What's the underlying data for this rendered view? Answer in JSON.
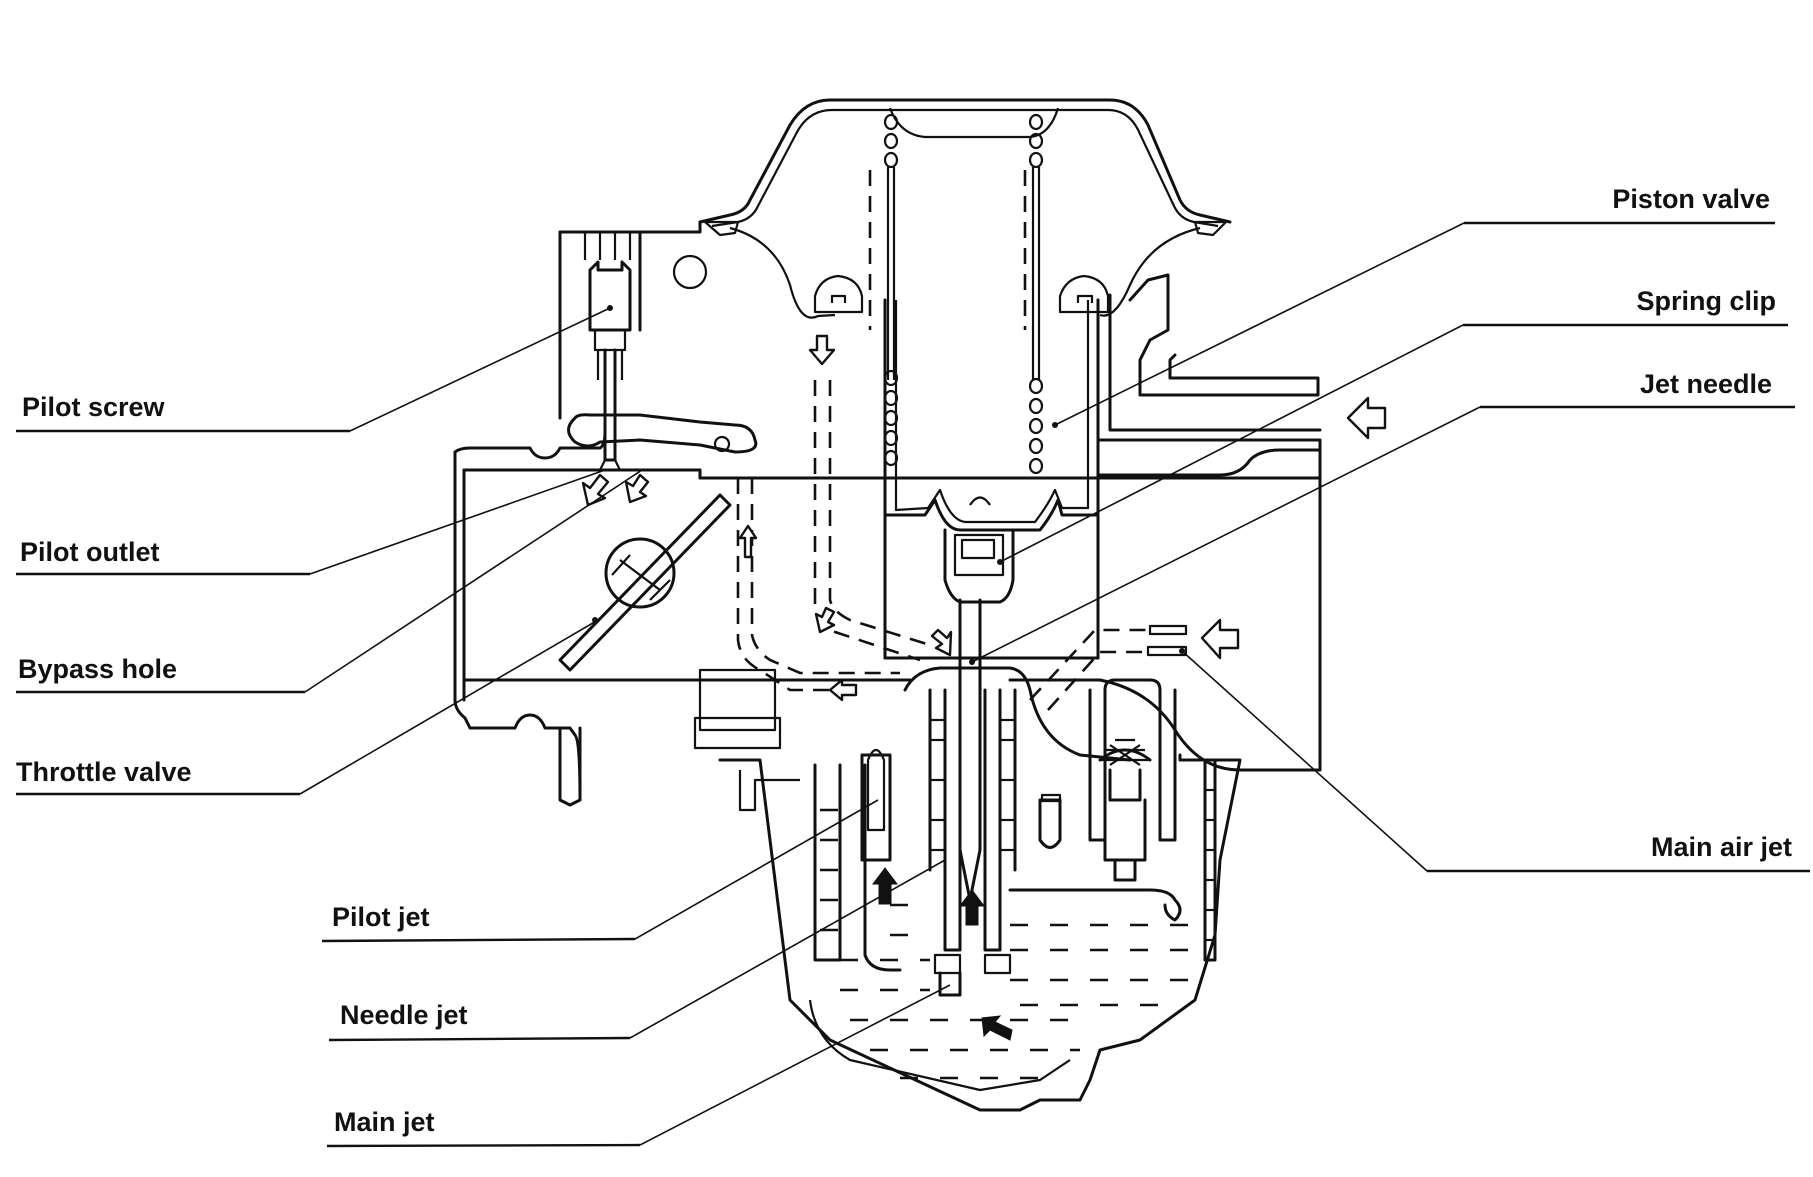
{
  "figure": {
    "subject": "Carburetor cross-section",
    "colors": {
      "ink": "#111111",
      "background": "#ffffff"
    }
  },
  "labels": {
    "left": [
      {
        "id": "pilot-screw",
        "text": "Pilot screw"
      },
      {
        "id": "pilot-outlet",
        "text": "Pilot outlet"
      },
      {
        "id": "bypass-hole",
        "text": "Bypass hole"
      },
      {
        "id": "throttle-valve",
        "text": "Throttle valve"
      },
      {
        "id": "pilot-jet",
        "text": "Pilot jet"
      },
      {
        "id": "needle-jet",
        "text": "Needle jet"
      },
      {
        "id": "main-jet",
        "text": "Main jet"
      }
    ],
    "right": [
      {
        "id": "piston-valve",
        "text": "Piston valve"
      },
      {
        "id": "spring-clip",
        "text": "Spring clip"
      },
      {
        "id": "jet-needle",
        "text": "Jet needle"
      },
      {
        "id": "main-air-jet",
        "text": "Main air jet"
      }
    ]
  },
  "flow_arrows": {
    "air_inlet": "arrow-left-outline",
    "main_air_inlet": "arrow-left-outline",
    "pilot_outlet_flow": "arrow-down-left-outline",
    "bypass_flow": "arrow-down-outline",
    "vacuum_passage": "arrow-up-outline",
    "fuel_flow_pilot": "arrow-up-solid",
    "fuel_flow_needle": "arrow-up-solid",
    "fuel_flow_main": "arrow-up-left-solid"
  }
}
